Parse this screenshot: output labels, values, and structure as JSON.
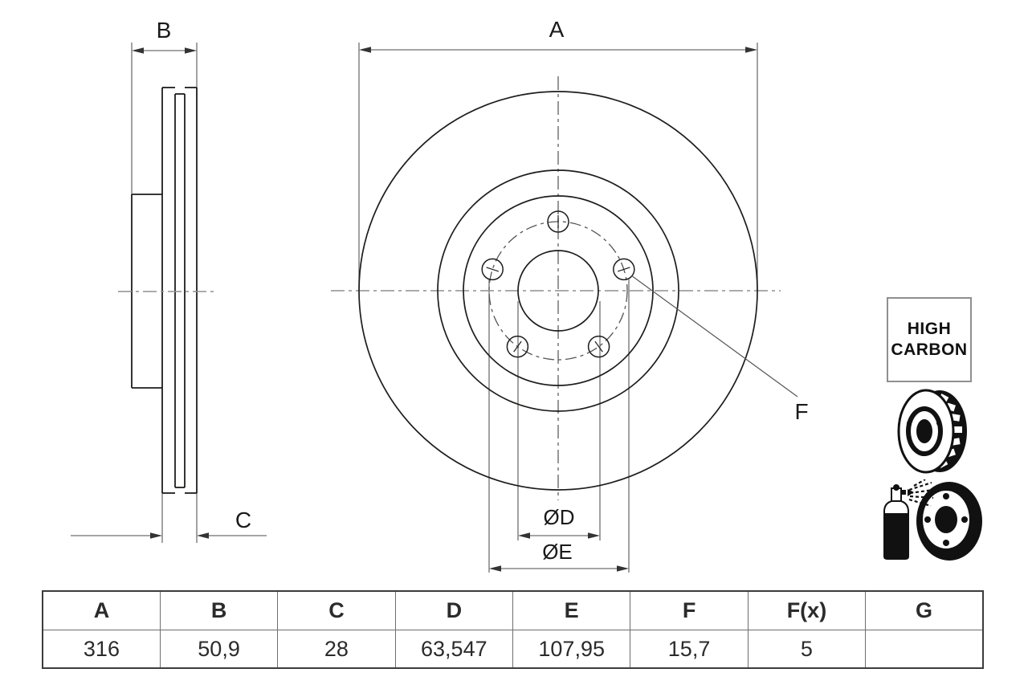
{
  "drawing": {
    "title": "brake-disc-technical-drawing",
    "dim_labels": {
      "a": "A",
      "b": "B",
      "c": "C",
      "f": "F",
      "d": "ØD",
      "e": "ØE"
    }
  },
  "badge": {
    "line1": "HIGH",
    "line2": "CARBON"
  },
  "icons": {
    "vented_disc": "vented-brake-disc-icon",
    "coated_disc": "spray-coating-disc-icon"
  },
  "colors": {
    "outline": "#1d1d1b",
    "dimension_line": "#706f6f",
    "arrow": "#333333",
    "centerline": "#8f8f8f",
    "bolt_circle": "#555555"
  },
  "table": {
    "columns": [
      "A",
      "B",
      "C",
      "D",
      "E",
      "F",
      "F(x)",
      "G"
    ],
    "values": [
      "316",
      "50,9",
      "28",
      "63,547",
      "107,95",
      "15,7",
      "5",
      ""
    ]
  }
}
